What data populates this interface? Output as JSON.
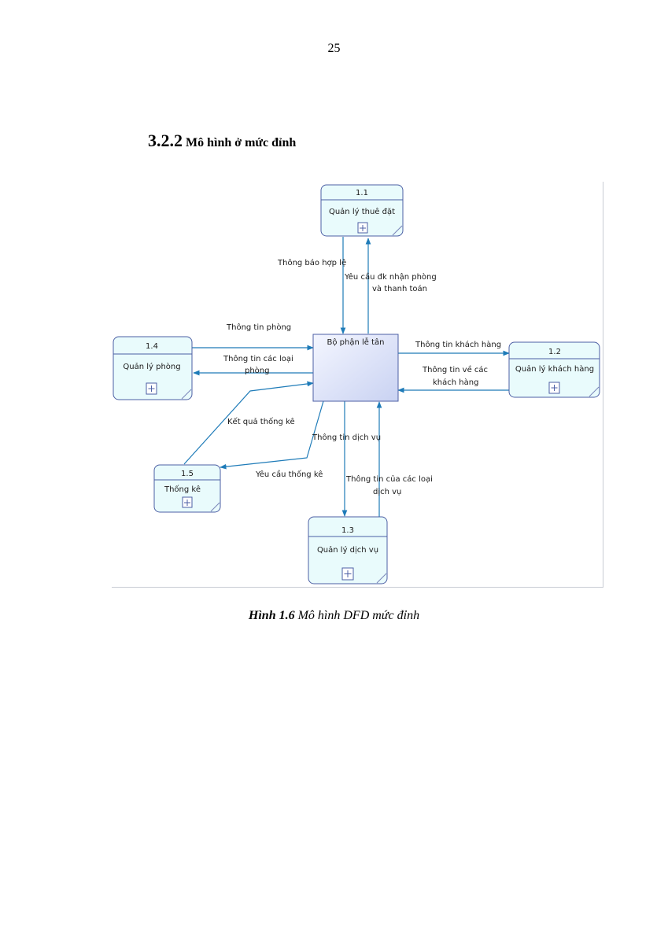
{
  "page_number": "25",
  "section": {
    "number": "3.2.2",
    "title": "Mô hình ở mức đỉnh"
  },
  "diagram": {
    "external_entity": "Bộ phận lễ tân",
    "processes": {
      "p11": {
        "id": "1.1",
        "name": "Quản lý thuê đặt"
      },
      "p12": {
        "id": "1.2",
        "name": "Quản lý khách hàng"
      },
      "p13": {
        "id": "1.3",
        "name": "Quản lý dịch vụ"
      },
      "p14": {
        "id": "1.4",
        "name": "Quản lý phòng"
      },
      "p15": {
        "id": "1.5",
        "name": "Thống kê"
      }
    },
    "flows": {
      "thong_bao_hop_le": "Thông báo hợp lệ",
      "yeu_cau_dk_1": "Yêu cầu đk nhận phòng",
      "yeu_cau_dk_2": "và thanh toán",
      "thong_tin_phong": "Thông tin phòng",
      "thong_tin_cac_loai_1": "Thông tin các loại",
      "thong_tin_cac_loai_2": "phòng",
      "thong_tin_khach_hang": "Thông tin khách hàng",
      "thong_tin_ve_cac_1": "Thông tin về các",
      "thong_tin_ve_cac_2": "khách hàng",
      "ket_qua_thong_ke": "Kết quả thống kê",
      "thong_tin_dich_vu": "Thông tin dịch vụ",
      "yeu_cau_thong_ke": "Yêu cầu thống kê",
      "thong_tin_cua_1": "Thông tin của các loại",
      "thong_tin_cua_2": "dịch vụ"
    }
  },
  "caption": {
    "label": "Hình 1.6",
    "text": " Mô hình DFD mức đỉnh"
  }
}
